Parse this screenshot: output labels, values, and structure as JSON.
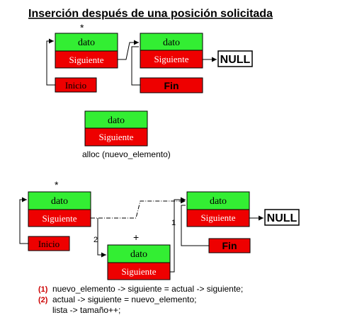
{
  "title": "Inserción después de una posición solicitada",
  "node_field_dato": "dato",
  "node_field_siguiente": "Siguiente",
  "inicio_label": "Inicio",
  "fin_label": "Fin",
  "null_label": "NULL",
  "current_marker": "*",
  "new_marker": "+",
  "alloc_caption": "alloc (nuevo_elemento)",
  "step_1": "1",
  "step_2": "2",
  "code_lines": [
    {
      "num": "(1)",
      "text": "nuevo_elemento -> siguiente = actual -> siguiente;"
    },
    {
      "num": "(2)",
      "text": "actual -> siguiente = nuevo_elemento;"
    },
    {
      "num": "",
      "text": "lista -> tamaño++;"
    }
  ],
  "colors": {
    "node_top": "#33ee33",
    "node_bottom": "#ee0000",
    "box_border": "#000000",
    "null_bg": "#ffffff"
  }
}
